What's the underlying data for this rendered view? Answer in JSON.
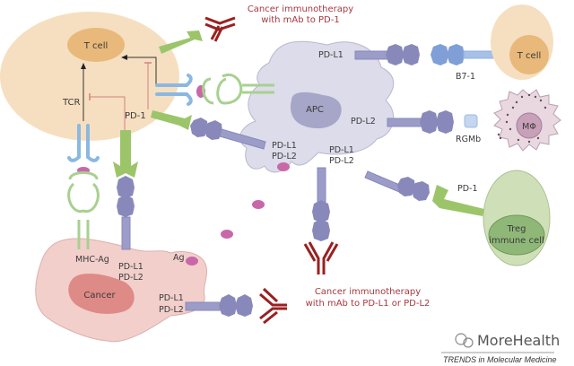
{
  "labels": {
    "t_cell_main": "T cell",
    "tcr": "TCR",
    "pd1_tcell": "PD-1",
    "apc": "APC",
    "apc_pdl1_top": "PD-L1",
    "apc_pdl2_right": "PD-L2",
    "apc_pdl1_left": "PD-L1",
    "apc_pdl2_left": "PD-L2",
    "apc_pdl1_center": "PD-L1",
    "apc_pdl2_center": "PD-L2",
    "b71": "B7-1",
    "t_cell_right": "T cell",
    "rgmb": "RGMb",
    "macrophage": "MΦ",
    "pd1_treg": "PD-1",
    "treg_line1": "Treg",
    "treg_line2": "immune cell",
    "mhc_ag": "MHC-Ag",
    "cancer_pdl1_top": "PD-L1",
    "cancer_pdl2_top": "PD-L2",
    "ag": "Ag",
    "cancer": "Cancer",
    "cancer_pdl1_right": "PD-L1",
    "cancer_pdl2_right": "PD-L2"
  },
  "annotations": {
    "therapy_pd1_line1": "Cancer immunotherapy",
    "therapy_pd1_line2": "with mAb to PD-1",
    "therapy_pdl_line1": "Cancer immunotherapy",
    "therapy_pdl_line2": "with mAb to PD-L1 or PD-L2"
  },
  "watermark": "MoreHealth",
  "source": "TRENDS in Molecular Medicine",
  "colors": {
    "t_cell_body": "#f6dfc0",
    "t_cell_nucleus": "#e8b97a",
    "apc_body": "#dcdcea",
    "apc_nucleus": "#a6a6c8",
    "cancer_body": "#f2cfcb",
    "cancer_nucleus": "#de8a86",
    "treg_body": "#cfe0b8",
    "treg_nucleus": "#8fb878",
    "macrophage_body": "#ead8e0",
    "ligand": "#8888bb",
    "b71": "#7f9fd6",
    "pd1_receptor": "#9cc56a",
    "antibody": "#9a2020",
    "antigen": "#c868a8",
    "annotation_text": "#a8383f"
  }
}
